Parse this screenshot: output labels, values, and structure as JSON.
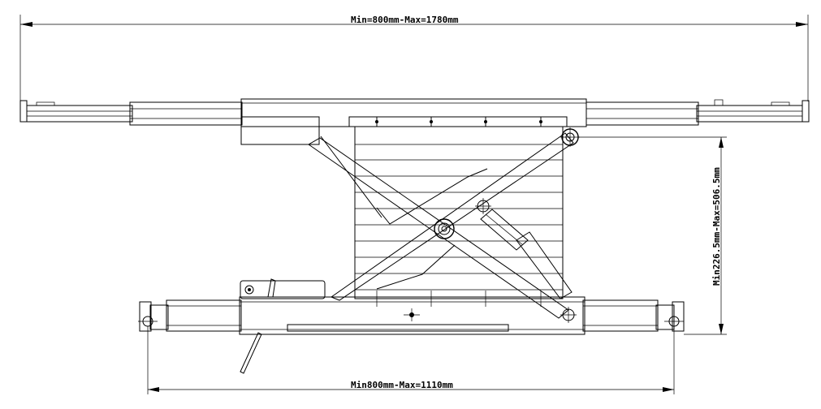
{
  "drawing": {
    "dimension_top": "Min=800mm-Max=1780mm",
    "dimension_bottom": "Min800mm-Max=1110mm",
    "dimension_right": "Min226.5mm-Max=506.5mm"
  }
}
